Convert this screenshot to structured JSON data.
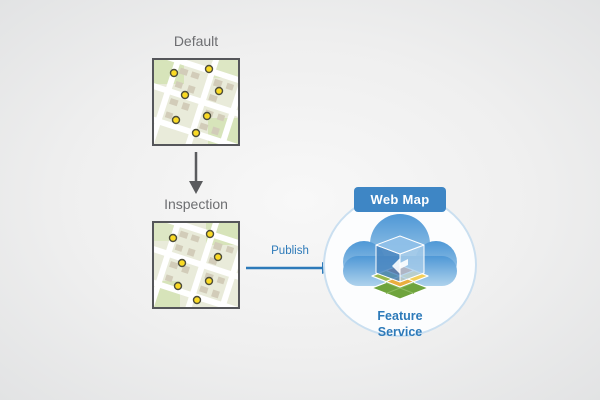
{
  "labels": {
    "default": "Default",
    "inspection": "Inspection",
    "publish": "Publish",
    "web_map": "Web Map",
    "feature_service": "Feature Service"
  },
  "icons": {
    "down_arrow": "down-arrow-icon",
    "publish_arrow": "right-arrow-icon",
    "cloud": "cloud-icon",
    "layer_stack": "layers-stack-icon",
    "map_points": "yellow-point-markers"
  },
  "colors": {
    "accent_blue": "#2d7ab9",
    "web_map_badge_bg": "#3e86c5",
    "cloud_blue": "#4f98d6",
    "label_gray": "#6d6e71",
    "point_yellow": "#fada24",
    "map_border": "#55565a"
  }
}
